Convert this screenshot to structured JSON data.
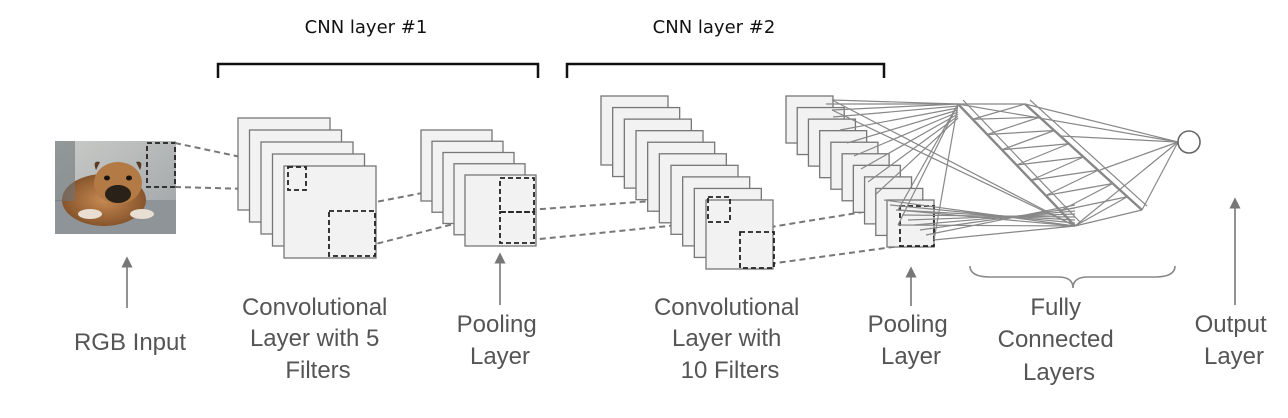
{
  "stages": {
    "cnn_layer_1": "CNN layer #1",
    "cnn_layer_2": "CNN layer #2"
  },
  "labels": {
    "rgb_input": "RGB Input",
    "conv1": [
      "Convolutional",
      "Layer with 5",
      "Filters"
    ],
    "pool1": [
      "Pooling",
      "Layer"
    ],
    "conv2": [
      "Convolutional",
      "Layer with",
      "10 Filters"
    ],
    "pool2": [
      "Pooling",
      "Layer"
    ],
    "fully_connected": [
      "Fully",
      "Connected",
      "Layers"
    ],
    "output": [
      "Output",
      "Layer"
    ]
  },
  "layers": {
    "conv1_filters": 5,
    "pool1_maps": 5,
    "conv2_filters": 10,
    "pool2_maps": 10
  },
  "input_image": {
    "subject": "bulldog lying on floor",
    "icon": "dog-photo"
  },
  "colors": {
    "map_fill": "#f2f2f2",
    "map_stroke": "#777777",
    "bracket": "#111111",
    "text": "#555555",
    "arrow": "#777777",
    "network": "#888888"
  }
}
